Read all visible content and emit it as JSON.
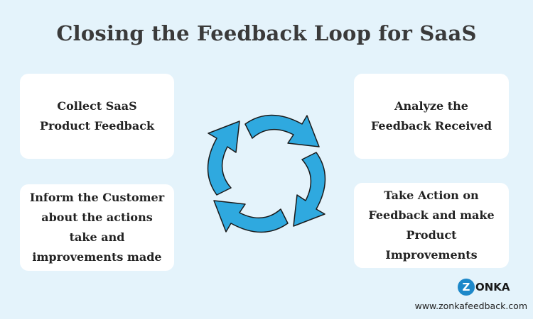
{
  "title": "Closing the Feedback Loop for SaaS",
  "steps": {
    "collect": "Collect SaaS Product Feedback",
    "analyze": "Analyze the Feedback Received",
    "action": "Take Action on Feedback and make Product Improvements",
    "inform": "Inform the Customer about the actions take and improvements made"
  },
  "branding": {
    "logo_letter": "Z",
    "logo_text": "ONKA",
    "url": "www.zonkafeedback.com"
  },
  "icons": [
    "cycle-arrow-icon"
  ],
  "colors": {
    "background": "#e4f3fb",
    "card": "#ffffff",
    "arrow": "#2fa9df",
    "arrow_outline": "#1a1a1a",
    "brand": "#1d88c9"
  }
}
